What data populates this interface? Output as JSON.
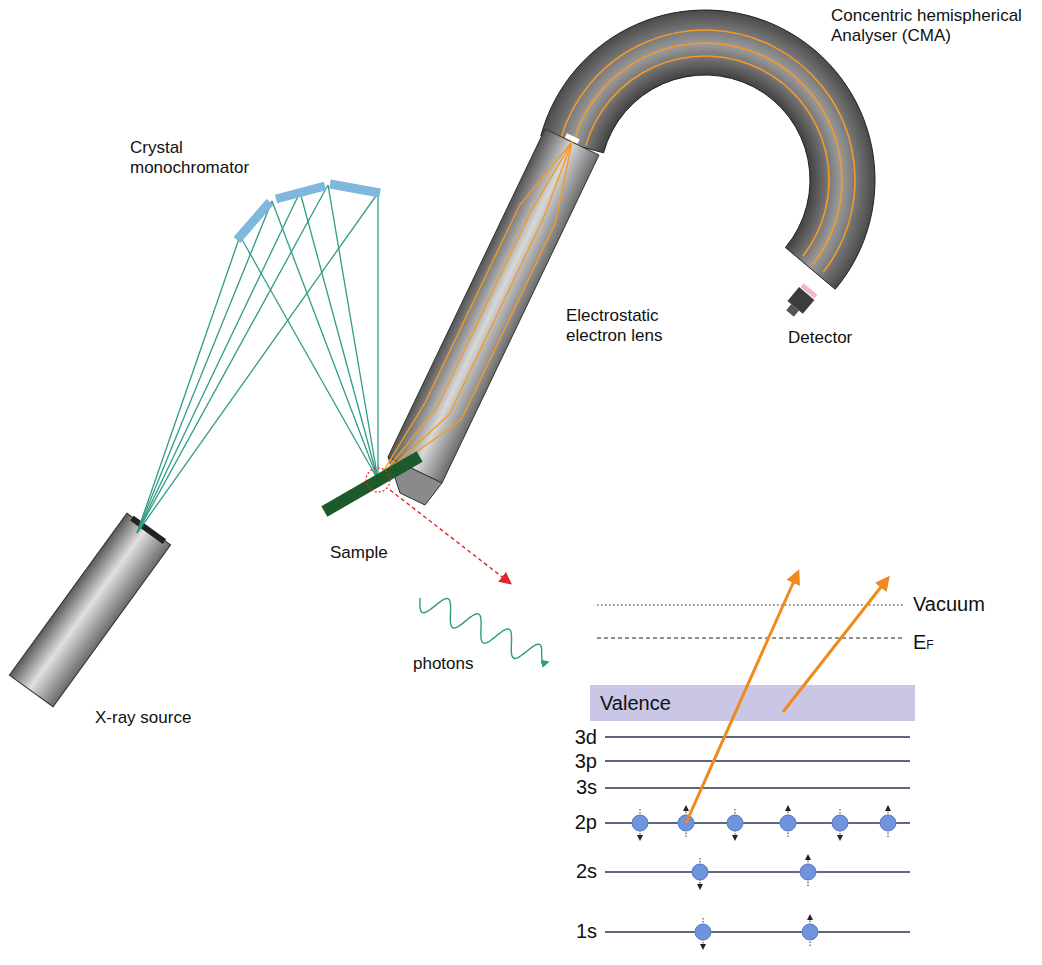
{
  "diagram": {
    "nodes": [
      {
        "text": [
          "Valence"
        ]
      }
    ],
    "labels": [
      "Concentric hemispherical Analyser (CMA)",
      "Crystal monochromator",
      "Electrostatic electron lens",
      "Detector",
      "Sample",
      "X-ray source",
      "photons",
      "Vacuum",
      "EF",
      "3d",
      "3p",
      "3s",
      "2p",
      "2s",
      "1s"
    ]
  }
}
